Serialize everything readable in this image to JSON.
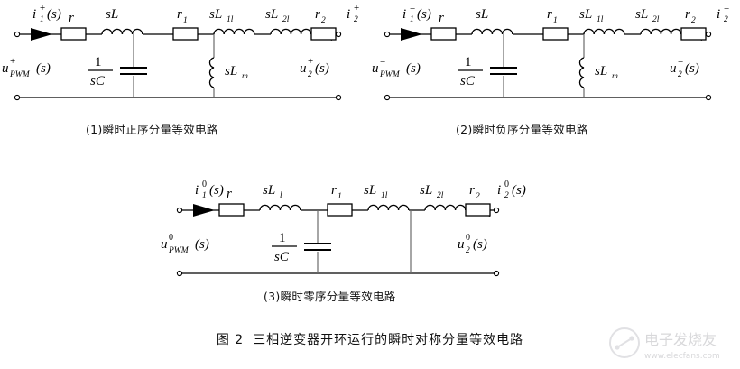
{
  "figure": {
    "caption_number": "图 2",
    "caption_text": "三相逆变器开环运行的瞬时对称分量等效电路"
  },
  "watermark": {
    "brand": "电子发烧友",
    "url": "www.elecfans.com"
  },
  "circuits": [
    {
      "id": "positive-sequence",
      "sub_caption": "(1)瞬时正序分量等效电路",
      "input_current": "i",
      "input_current_sub": "1",
      "input_current_sup": "+",
      "input_current_arg": "(s)",
      "input_voltage": "u",
      "input_voltage_sub": "PWM",
      "input_voltage_sup": "+",
      "input_voltage_arg": "(s)",
      "output_current": "i",
      "output_current_sub": "2",
      "output_current_sup": "+",
      "output_current_arg": "(s)",
      "output_voltage": "u",
      "output_voltage_sub": "2",
      "output_voltage_sup": "+",
      "output_voltage_arg": "(s)",
      "r_label": "r",
      "r_sub": "",
      "l_label": "sL",
      "l_sub": "",
      "r1_label": "r",
      "r1_sub": "1",
      "l1l_label": "sL",
      "l1l_sub": "1l",
      "l2l_label": "sL",
      "l2l_sub": "2l",
      "r2_label": "r",
      "r2_sub": "2",
      "cap_num": "1",
      "cap_den": "sC",
      "lm_label": "sL",
      "lm_sub": "m",
      "has_lm": true
    },
    {
      "id": "negative-sequence",
      "sub_caption": "(2)瞬时负序分量等效电路",
      "input_current": "i",
      "input_current_sub": "1",
      "input_current_sup": "−",
      "input_current_arg": "(s)",
      "input_voltage": "u",
      "input_voltage_sub": "PWM",
      "input_voltage_sup": "−",
      "input_voltage_arg": "(s)",
      "output_current": "i",
      "output_current_sub": "2",
      "output_current_sup": "−",
      "output_current_arg": "(s)",
      "output_voltage": "u",
      "output_voltage_sub": "2",
      "output_voltage_sup": "−",
      "output_voltage_arg": "(s)",
      "r_label": "r",
      "r_sub": "",
      "l_label": "sL",
      "l_sub": "",
      "r1_label": "r",
      "r1_sub": "1",
      "l1l_label": "sL",
      "l1l_sub": "1l",
      "l2l_label": "sL",
      "l2l_sub": "2l",
      "r2_label": "r",
      "r2_sub": "2",
      "cap_num": "1",
      "cap_den": "sC",
      "lm_label": "sL",
      "lm_sub": "m",
      "has_lm": true
    },
    {
      "id": "zero-sequence",
      "sub_caption": "(3)瞬时零序分量等效电路",
      "input_current": "i",
      "input_current_sub": "1",
      "input_current_sup": "0",
      "input_current_arg": "(s)",
      "input_voltage": "u",
      "input_voltage_sub": "PWM",
      "input_voltage_sup": "0",
      "input_voltage_arg": "(s)",
      "output_current": "i",
      "output_current_sub": "2",
      "output_current_sup": "0",
      "output_current_arg": "(s)",
      "output_voltage": "u",
      "output_voltage_sub": "2",
      "output_voltage_sup": "0",
      "output_voltage_arg": "(s)",
      "r_label": "r",
      "r_sub": "",
      "l_label": "sL",
      "l_sub": "l",
      "r1_label": "r",
      "r1_sub": "1",
      "l1l_label": "sL",
      "l1l_sub": "1l",
      "l2l_label": "sL",
      "l2l_sub": "2l",
      "r2_label": "r",
      "r2_sub": "2",
      "cap_num": "1",
      "cap_den": "sC",
      "lm_label": "",
      "lm_sub": "",
      "has_lm": false
    }
  ],
  "colors": {
    "wire": "#000000",
    "node_wire": "#6a6a6a",
    "text": "#000000",
    "watermark": "#b9b9bd"
  }
}
